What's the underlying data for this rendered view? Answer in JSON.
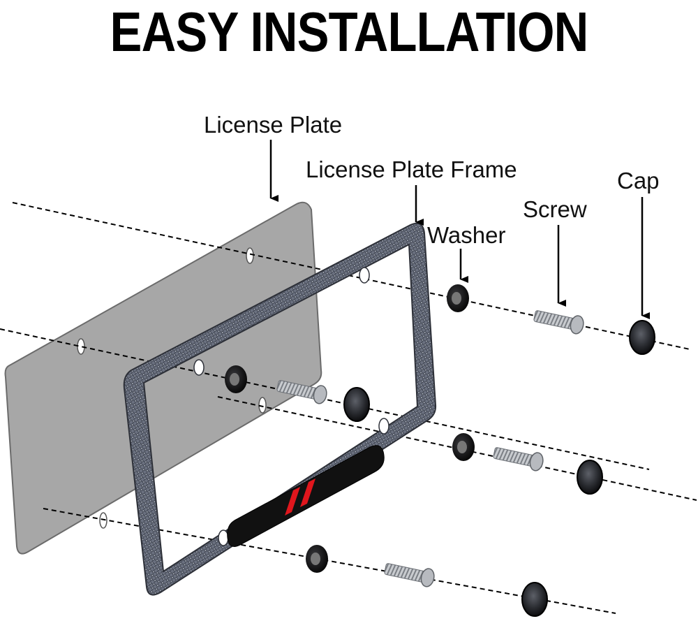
{
  "title": "EASY INSTALLATION",
  "labels": {
    "license_plate": "License Plate",
    "license_plate_frame": "License Plate Frame",
    "washer": "Washer",
    "screw": "Screw",
    "cap": "Cap"
  },
  "colors": {
    "plate": "#a7a7a7",
    "frame_carbon": "#5c6270",
    "emblem_stripes": "#e0161d",
    "emblem_bar": "#111111"
  }
}
